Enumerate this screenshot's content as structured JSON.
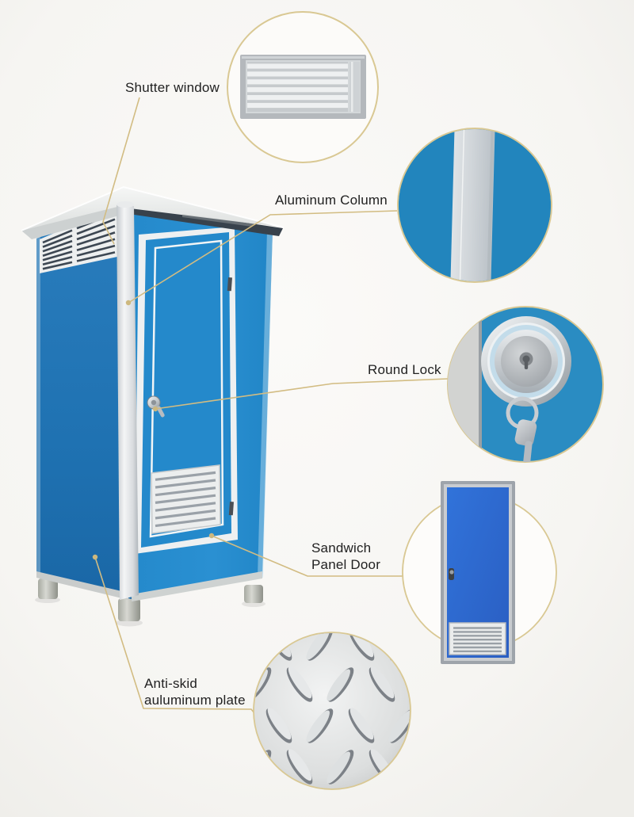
{
  "diagram_title": "Portable toilet cabin feature callout diagram",
  "palette": {
    "background": "#f6f5f2",
    "leader_line": "#d2bc82",
    "circle_border": "#d9c893",
    "cabin_front_blue": "#2489cb",
    "cabin_side_blue": "#1f72b2",
    "detail_door_blue": "#2e6bd2",
    "aluminum_gray": "#ccd1d5",
    "roof_gray": "#e9ebea",
    "text": "#212121"
  },
  "callouts": {
    "shutter": {
      "label": "Shutter window"
    },
    "aluminum_column": {
      "label": "Aluminum Column"
    },
    "round_lock": {
      "label": "Round Lock"
    },
    "sandwich_door": {
      "label_line1": "Sandwich",
      "label_line2": "Panel Door"
    },
    "anti_skid": {
      "label_line1": "Anti-skid",
      "label_line2": "auluminum plate"
    }
  }
}
